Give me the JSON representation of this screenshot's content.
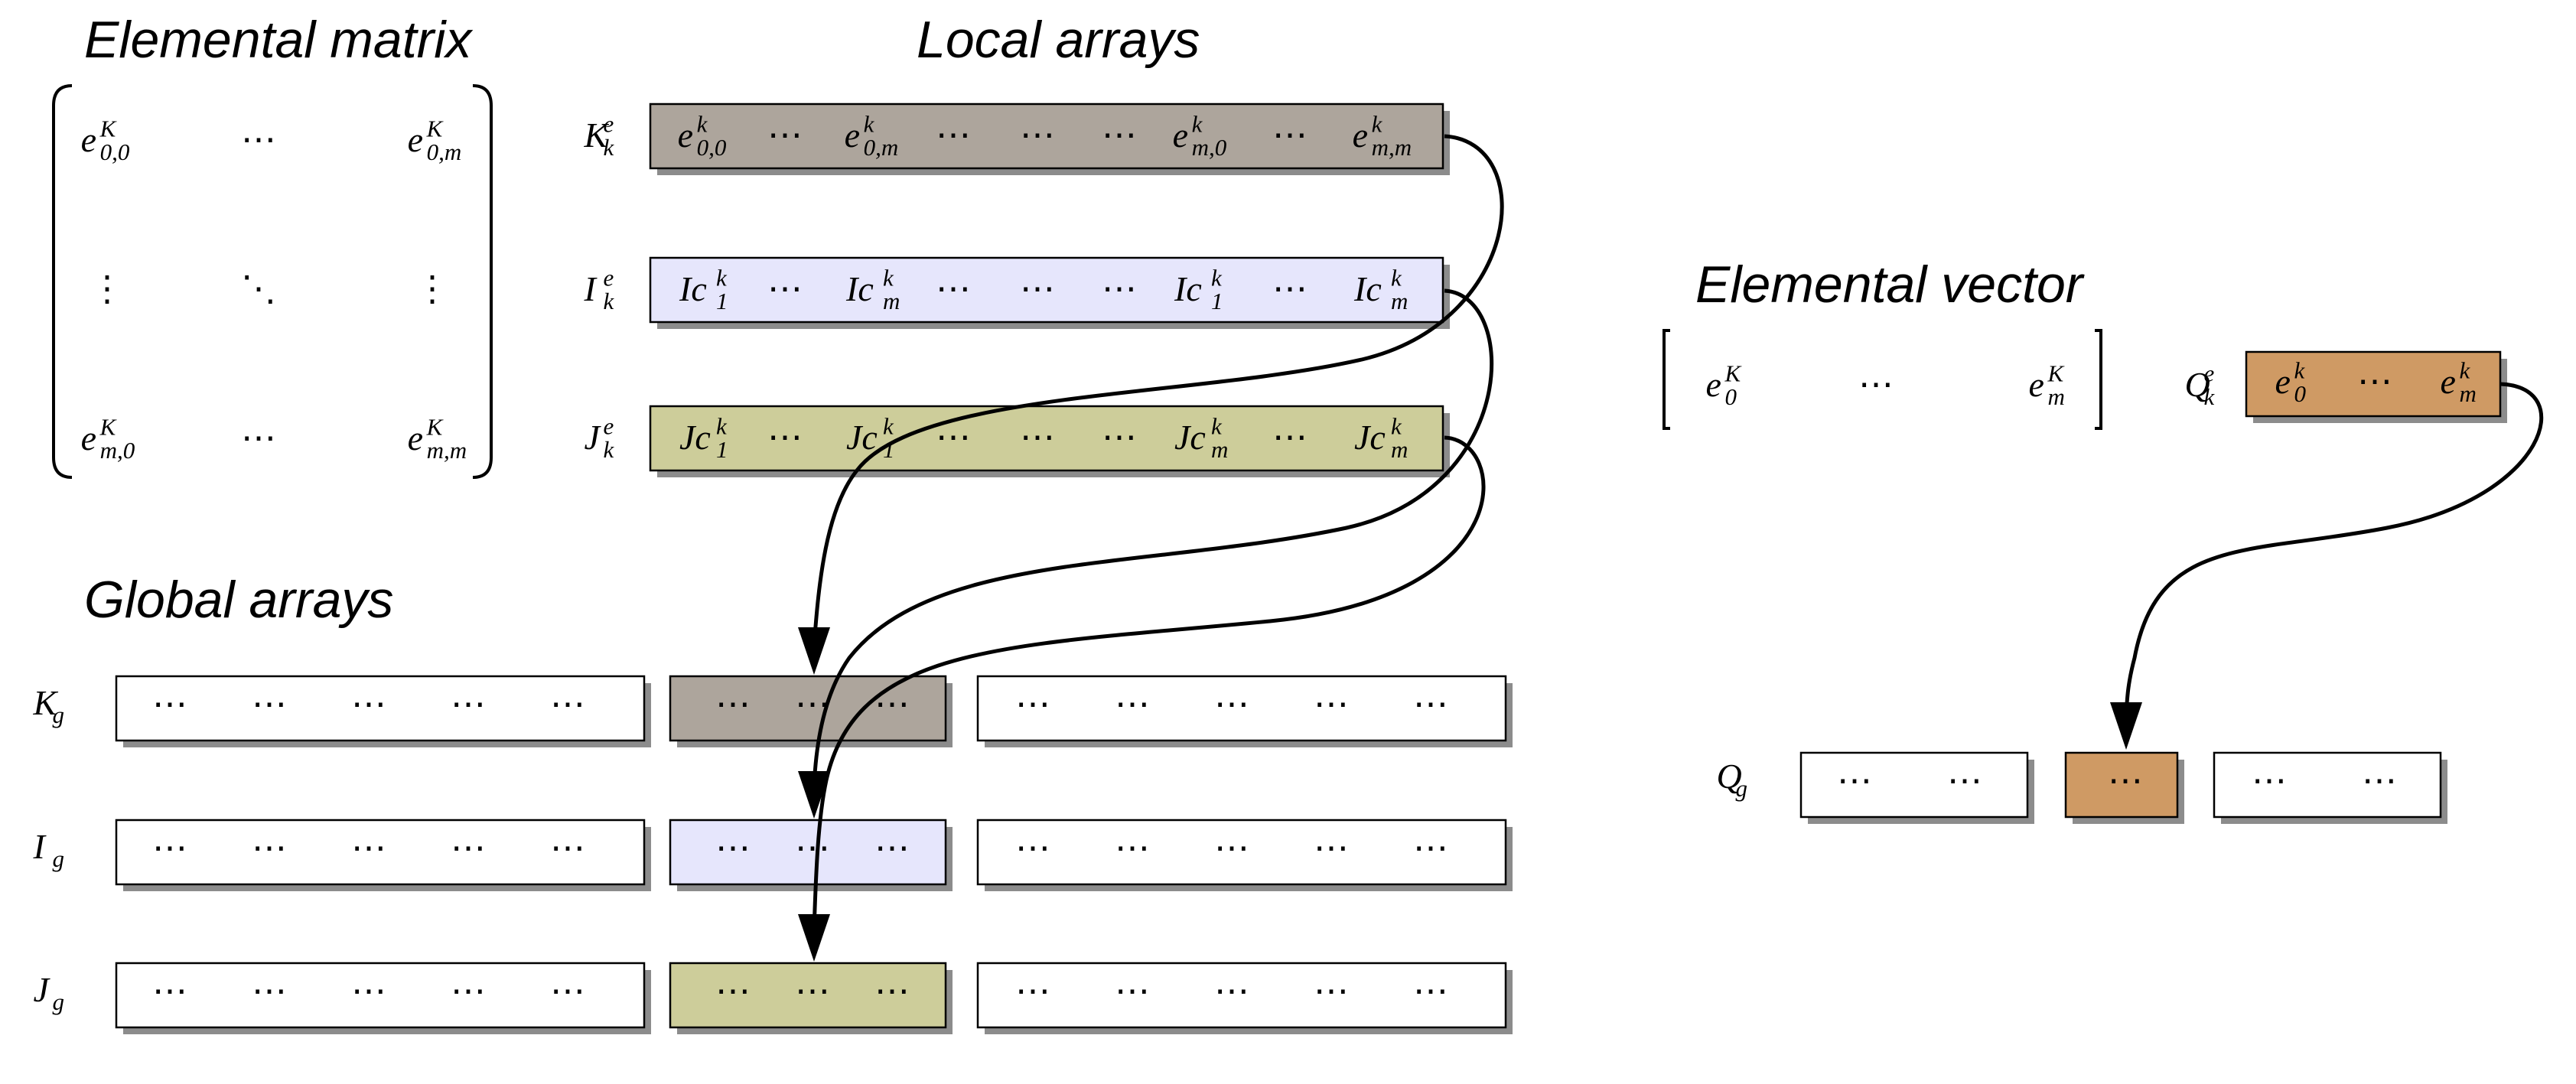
{
  "headings": {
    "elemental_matrix": "Elemental matrix",
    "local_arrays": "Local arrays",
    "elemental_vector": "Elemental vector",
    "global_arrays": "Global arrays"
  },
  "colors": {
    "K": "#ada59c",
    "I": "#e6e6fc",
    "J": "#cdcd9a",
    "Q": "#cf9a64",
    "plain": "#ffffff"
  },
  "dots": "⋯",
  "vdots": "⋮",
  "ddots": "⋱",
  "elemental_matrix": {
    "top_left": {
      "base": "e",
      "sup": "K",
      "sub": "0,0"
    },
    "top_right": {
      "base": "e",
      "sup": "K",
      "sub": "0,m"
    },
    "bottom_left": {
      "base": "e",
      "sup": "K",
      "sub": "m,0"
    },
    "bottom_right": {
      "base": "e",
      "sup": "K",
      "sub": "m,m"
    }
  },
  "local_arrays": {
    "K": {
      "label": {
        "base": "K",
        "sup": "e",
        "sub": "k"
      },
      "cells": [
        {
          "base": "e",
          "sup": "k",
          "sub": "0,0"
        },
        {
          "text": "⋯"
        },
        {
          "base": "e",
          "sup": "k",
          "sub": "0,m"
        },
        {
          "text": "⋯"
        },
        {
          "text": "⋯"
        },
        {
          "text": "⋯"
        },
        {
          "base": "e",
          "sup": "k",
          "sub": "m,0"
        },
        {
          "text": "⋯"
        },
        {
          "base": "e",
          "sup": "k",
          "sub": "m,m"
        }
      ]
    },
    "I": {
      "label": {
        "base": "I",
        "sup": "e",
        "sub": "k"
      },
      "cells": [
        {
          "base": "Ic",
          "sup": "k",
          "sub": "1"
        },
        {
          "text": "⋯"
        },
        {
          "base": "Ic",
          "sup": "k",
          "sub": "m"
        },
        {
          "text": "⋯"
        },
        {
          "text": "⋯"
        },
        {
          "text": "⋯"
        },
        {
          "base": "Ic",
          "sup": "k",
          "sub": "1"
        },
        {
          "text": "⋯"
        },
        {
          "base": "Ic",
          "sup": "k",
          "sub": "m"
        }
      ]
    },
    "J": {
      "label": {
        "base": "J",
        "sup": "e",
        "sub": "k"
      },
      "cells": [
        {
          "base": "Jc",
          "sup": "k",
          "sub": "1"
        },
        {
          "text": "⋯"
        },
        {
          "base": "Jc",
          "sup": "k",
          "sub": "1"
        },
        {
          "text": "⋯"
        },
        {
          "text": "⋯"
        },
        {
          "text": "⋯"
        },
        {
          "base": "Jc",
          "sup": "k",
          "sub": "m"
        },
        {
          "text": "⋯"
        },
        {
          "base": "Jc",
          "sup": "k",
          "sub": "m"
        }
      ]
    }
  },
  "elemental_vector": {
    "left": {
      "base": "e",
      "sup": "K",
      "sub": "0"
    },
    "right": {
      "base": "e",
      "sup": "K",
      "sub": "m"
    }
  },
  "local_vector": {
    "label": {
      "base": "Q",
      "sup": "e",
      "sub": "k"
    },
    "cells": [
      {
        "base": "e",
        "sup": "k",
        "sub": "0"
      },
      {
        "text": "⋯"
      },
      {
        "base": "e",
        "sup": "k",
        "sub": "m"
      }
    ]
  },
  "global_arrays": {
    "K": {
      "label": {
        "base": "K",
        "sub": "g"
      }
    },
    "I": {
      "label": {
        "base": "I",
        "sub": "g"
      }
    },
    "J": {
      "label": {
        "base": "J",
        "sub": "g"
      }
    },
    "Q": {
      "label": {
        "base": "Q",
        "sub": "g"
      }
    }
  }
}
